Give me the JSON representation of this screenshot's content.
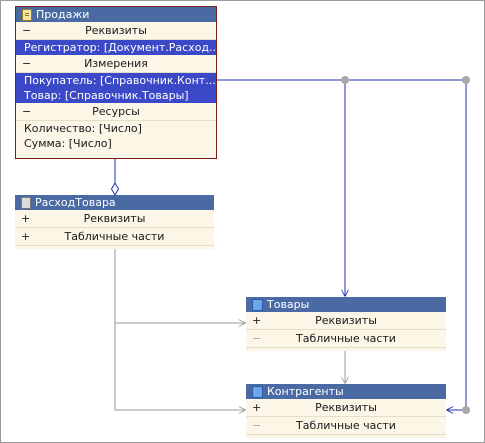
{
  "boxes": {
    "sales": {
      "title": "Продажи",
      "sections": {
        "requisites": {
          "label": "Реквизиты",
          "toggle": "−",
          "items": [
            "Регистратор: [Документ.Расход..."
          ]
        },
        "dimensions": {
          "label": "Измерения",
          "toggle": "−",
          "items": [
            "Покупатель: [Справочник.Конт...",
            "Товар: [Справочник.Товары]"
          ]
        },
        "resources": {
          "label": "Ресурсы",
          "toggle": "−",
          "items": [
            "Количество: [Число]",
            "Сумма: [Число]"
          ]
        }
      }
    },
    "expense": {
      "title": "РасходТовара",
      "sections": {
        "requisites": {
          "label": "Реквизиты",
          "toggle": "+"
        },
        "tables": {
          "label": "Табличные части",
          "toggle": "+"
        }
      }
    },
    "goods": {
      "title": "Товары",
      "sections": {
        "requisites": {
          "label": "Реквизиты",
          "toggle": "+"
        },
        "tables": {
          "label": "Табличные части",
          "toggle": "−"
        }
      }
    },
    "contractors": {
      "title": "Контрагенты",
      "sections": {
        "requisites": {
          "label": "Реквизиты",
          "toggle": "+"
        },
        "tables": {
          "label": "Табличные части",
          "toggle": "−"
        }
      }
    }
  },
  "colors": {
    "header": "#4a6aa4",
    "highlight": "#3b48c8",
    "body": "#fbf6e6",
    "link_blue": "#2030b0",
    "link_gray": "#9a9a9a",
    "selected_border": "#7a1a1a"
  }
}
